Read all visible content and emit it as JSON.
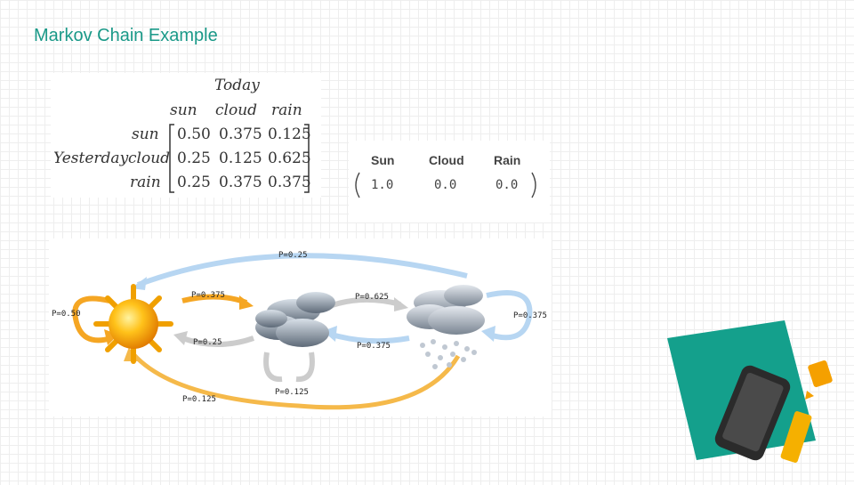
{
  "title": "Markov Chain Example",
  "matrix": {
    "top_label": "Today",
    "side_label": "Yesterday",
    "columns": [
      "sun",
      "cloud",
      "rain"
    ],
    "rows": [
      {
        "label": "sun",
        "values": [
          "0.50",
          "0.375",
          "0.125"
        ]
      },
      {
        "label": "cloud",
        "values": [
          "0.25",
          "0.125",
          "0.625"
        ]
      },
      {
        "label": "rain",
        "values": [
          "0.25",
          "0.375",
          "0.375"
        ]
      }
    ]
  },
  "initial": {
    "headers": [
      "Sun",
      "Cloud",
      "Rain"
    ],
    "values": [
      "1.0",
      "0.0",
      "0.0"
    ]
  },
  "diagram": {
    "states": [
      "sun-icon",
      "cloud-icon",
      "rain-icon"
    ],
    "colors": {
      "sun": "#f5a623",
      "cloud": "#c8c8c8",
      "rain": "#a9cdee"
    },
    "labels": {
      "sun_to_rain": "P=0.25",
      "sun_to_cloud": "P=0.375",
      "cloud_to_rain": "P=0.625",
      "sun_self": "P=0.50",
      "rain_self": "P=0.375",
      "cloud_to_sun": "P=0.25",
      "rain_to_cloud": "P=0.375",
      "rain_to_sun": "P=0.125",
      "cloud_self": "P=0.125"
    }
  },
  "accent_color": "#1a9988"
}
